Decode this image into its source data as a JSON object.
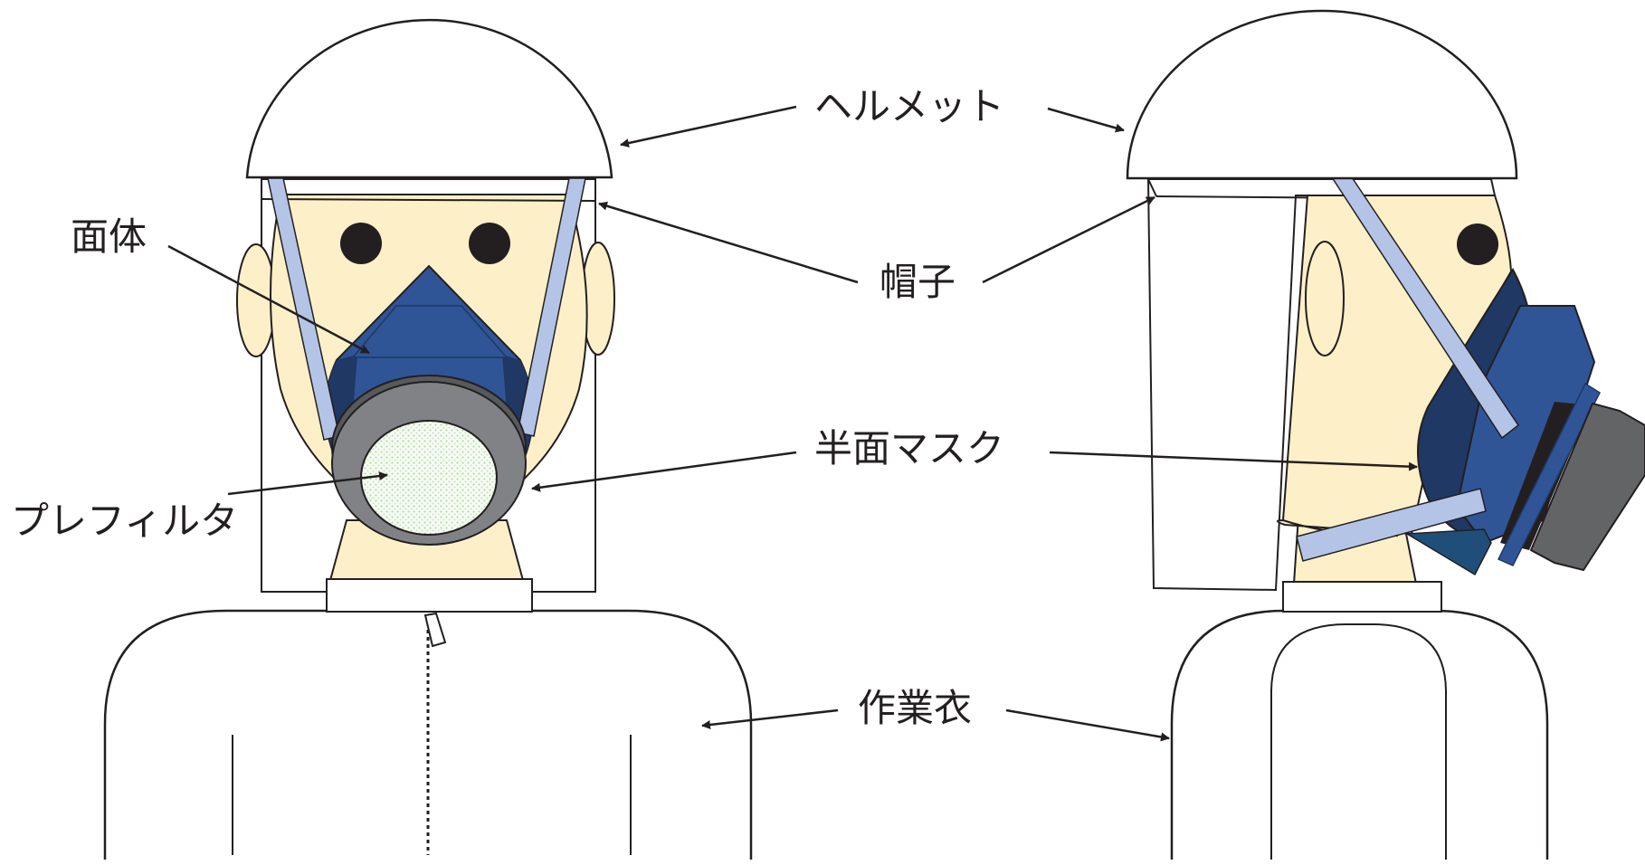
{
  "labels": {
    "helmet": "ヘルメット",
    "hood": "帽子",
    "facepiece": "面体",
    "half_mask": "半面マスク",
    "prefilter": "プレフィルタ",
    "work_clothes": "作業衣"
  },
  "colors": {
    "skin": "#fdf0c8",
    "outline": "#231f20",
    "mask_blue": "#2f5597",
    "mask_dark": "#1f3864",
    "strap": "#b4c4e6",
    "filter_gray": "#808285",
    "filter_dark": "#58595b",
    "filter_dots": "#c9e3c0"
  }
}
